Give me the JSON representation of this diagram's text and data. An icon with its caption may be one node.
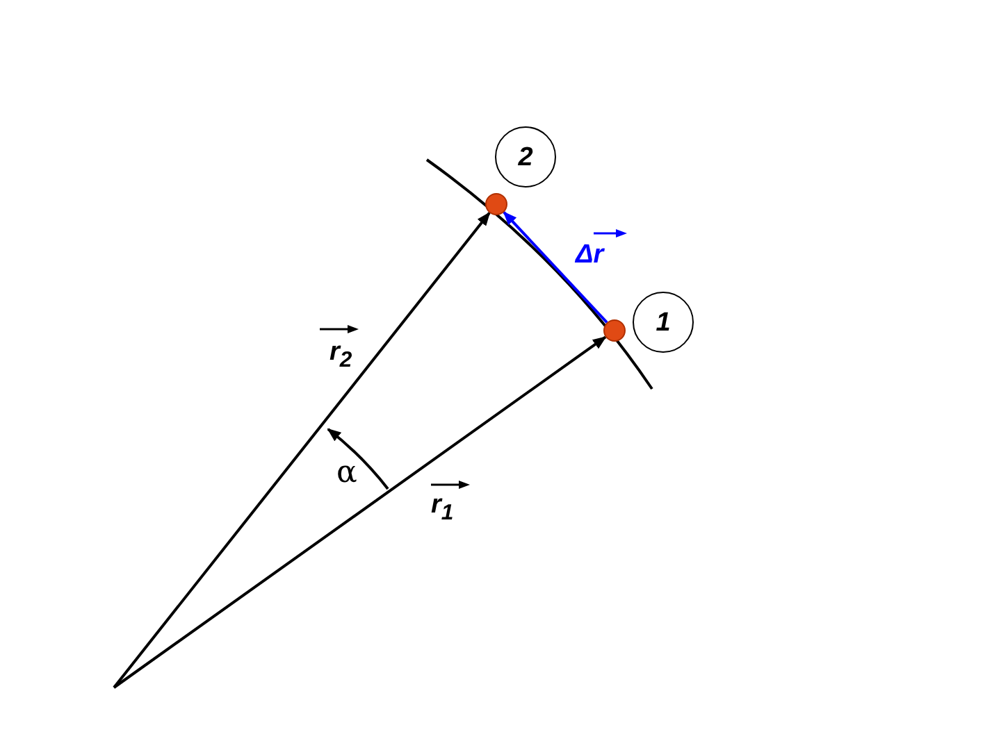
{
  "diagram": {
    "nodes": [
      {
        "text": [
          "2"
        ]
      },
      {
        "text": [
          "1"
        ]
      },
      {
        "text": [],
        "shape": "circle"
      },
      {
        "text": [],
        "shape": "circle"
      }
    ],
    "edges": [
      {
        "from": null,
        "to": 3,
        "arrow": "to",
        "label": "r$_{1}$"
      },
      {
        "from": null,
        "to": 2,
        "arrow": "to",
        "label": "r$_{2}$"
      },
      {
        "from": 3,
        "to": 2,
        "arrow": "to",
        "label": "Δr",
        "color": "#0000ff"
      }
    ],
    "labels": [
      "α"
    ]
  }
}
